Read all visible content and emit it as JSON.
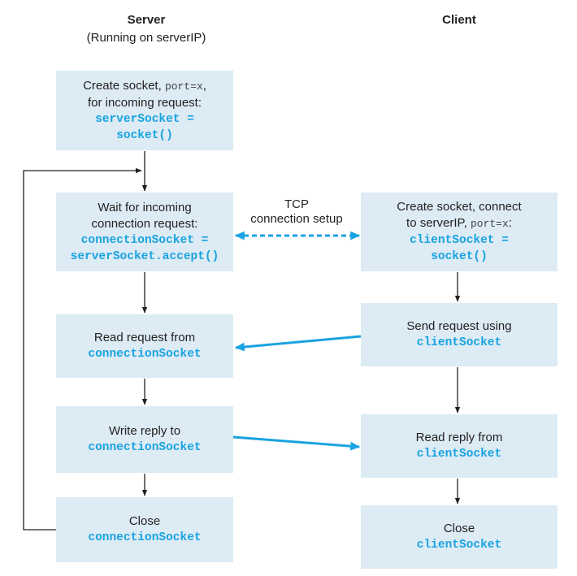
{
  "server": {
    "title": "Server",
    "subtitle": "(Running on serverIP)",
    "create": {
      "text1": "Create  socket, ",
      "mono": "port=x",
      "text1_end": ",",
      "text2": "for incoming request:",
      "code1": "serverSocket =",
      "code2": "socket()"
    },
    "wait": {
      "text1": "Wait for incoming",
      "text2": "connection request:",
      "code1": "connectionSocket =",
      "code2": "serverSocket.accept()"
    },
    "read": {
      "text1": "Read request from",
      "code1": "connectionSocket"
    },
    "write": {
      "text1": "Write reply to",
      "code1": "connectionSocket"
    },
    "close": {
      "text1": "Close",
      "code1": "connectionSocket"
    }
  },
  "client": {
    "title": "Client",
    "create": {
      "text1": "Create socket, connect",
      "text2": "to serverIP, ",
      "mono": "port=x",
      "text2_end": ":",
      "code1": "clientSocket =",
      "code2": "socket()"
    },
    "send": {
      "text1": "Send request using",
      "code1": "clientSocket"
    },
    "read": {
      "text1": "Read reply from",
      "code1": "clientSocket"
    },
    "close": {
      "text1": "Close",
      "code1": "clientSocket"
    }
  },
  "tcp_label": {
    "line1": "TCP",
    "line2": "connection setup"
  },
  "colors": {
    "box": "#dcebf4",
    "accent": "#1aa3e0",
    "line": "#231f20"
  }
}
